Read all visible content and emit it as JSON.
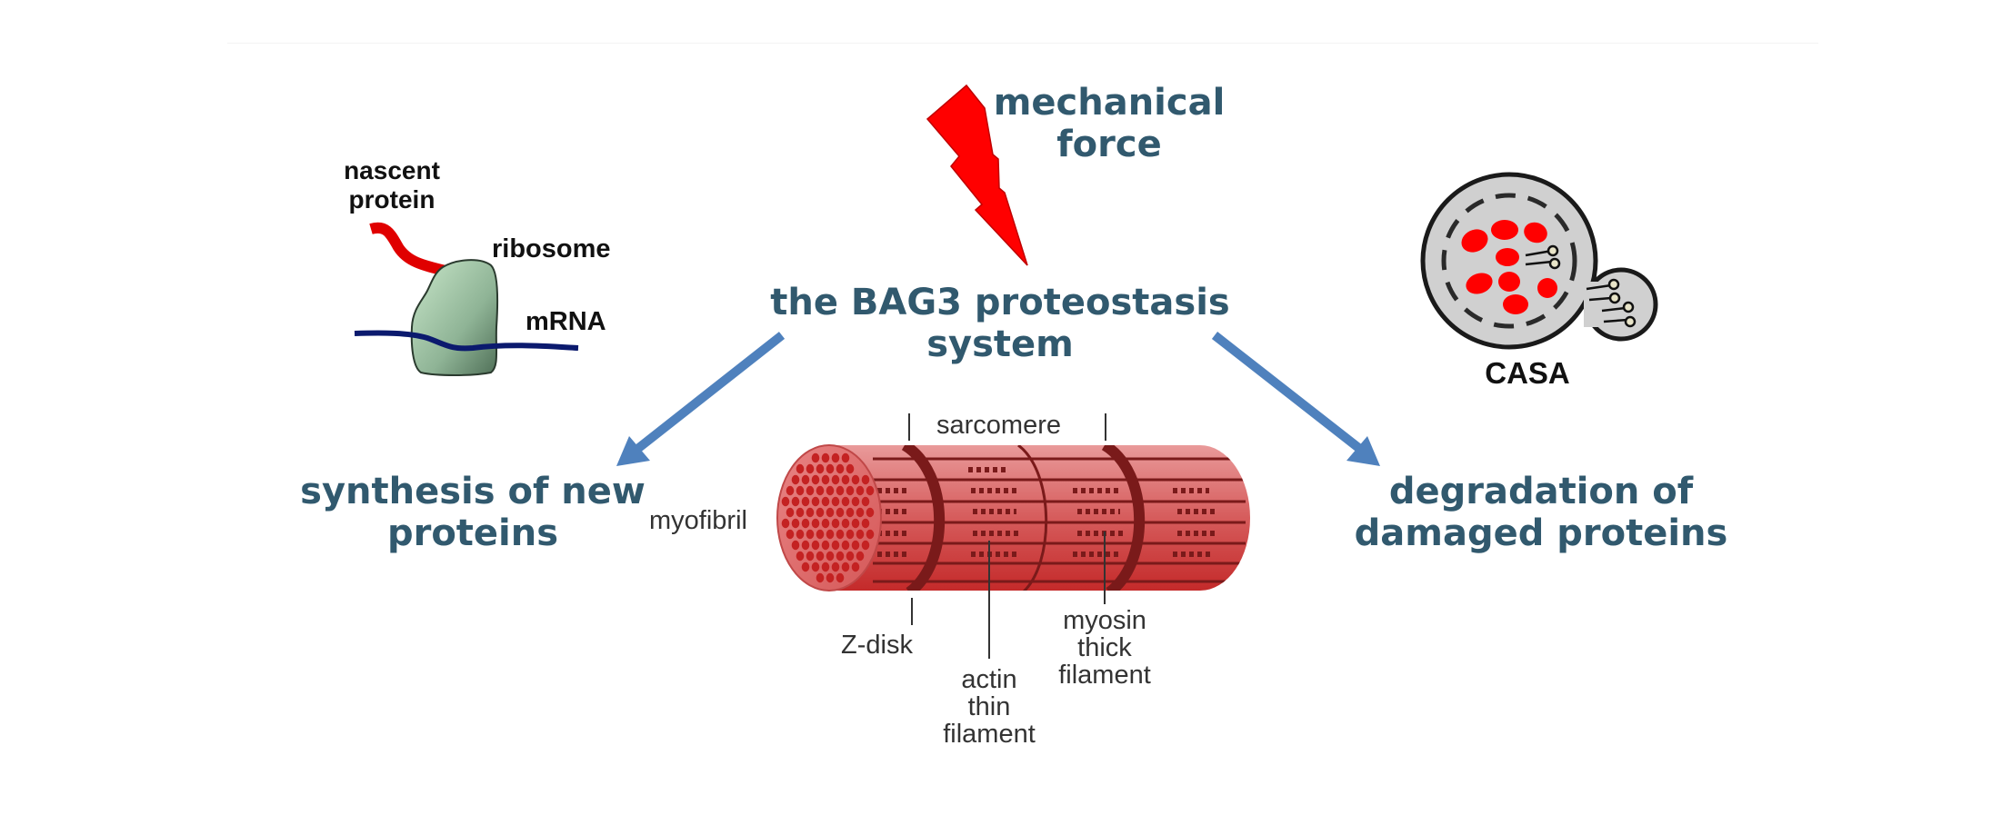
{
  "title": {
    "line1": "the BAG3 proteostasis",
    "line2": "system"
  },
  "mechanical_force": {
    "line1": "mechanical",
    "line2": "force",
    "icon": "lightning-bolt-icon"
  },
  "synthesis": {
    "line1": "synthesis of new",
    "line2": "proteins",
    "labels": {
      "nascent_line1": "nascent",
      "nascent_line2": "protein",
      "ribosome": "ribosome",
      "mrna": "mRNA"
    }
  },
  "degradation": {
    "line1": "degradation of",
    "line2": "damaged proteins",
    "casa_label": "CASA"
  },
  "myofibril": {
    "label": "myofibril",
    "sarcomere": "sarcomere",
    "z_disk": "Z-disk",
    "actin_line1": "actin",
    "actin_line2": "thin",
    "actin_line3": "filament",
    "myosin_line1": "myosin",
    "myosin_line2": "thick",
    "myosin_line3": "filament"
  },
  "colors": {
    "heading_text": "#31596e",
    "arrow": "#4f81bd",
    "lightning": "#ff0000",
    "muscle": "#d9534f",
    "ribosome": "#9fc2a3",
    "mrna": "#0b1a6e",
    "casa_fill": "#d0d0d0"
  }
}
